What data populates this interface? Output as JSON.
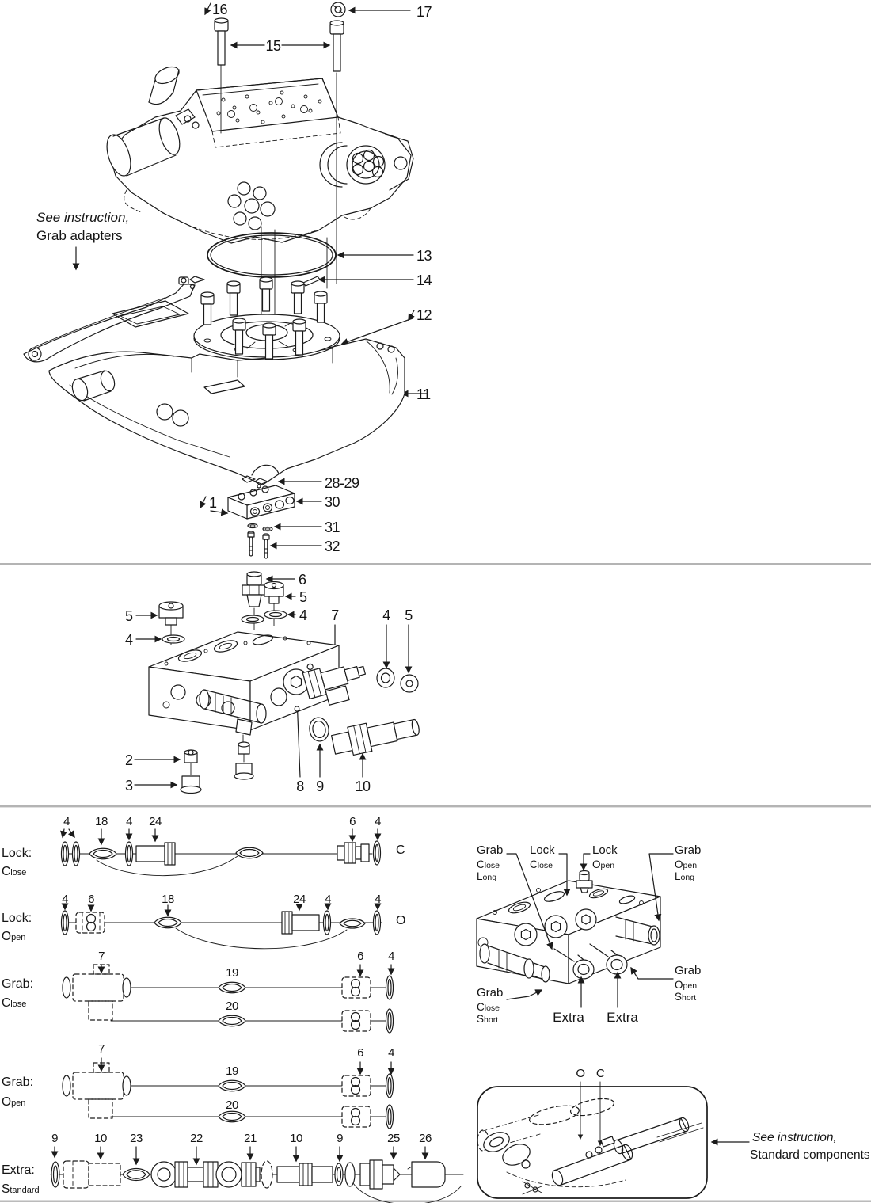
{
  "top": {
    "note": {
      "line1": "See instruction,",
      "line2": "Grab adapters"
    },
    "callouts": {
      "c16": "16",
      "c17": "17",
      "c15": "15",
      "c13": "13",
      "c14": "14",
      "c12": "12",
      "c11": "11",
      "c28_29": "28-29",
      "c30": "30",
      "c1": "1",
      "c31": "31",
      "c32": "32"
    }
  },
  "middle": {
    "callouts": {
      "c6": "6",
      "c5_top": "5",
      "c4_top": "4",
      "c5_left": "5",
      "c4_left": "4",
      "c7": "7",
      "c4_right": "4",
      "c5_right": "5",
      "c2": "2",
      "c3": "3",
      "c8": "8",
      "c9": "9",
      "c10": "10"
    }
  },
  "rows": [
    {
      "name": "Lock:",
      "mode": "Close",
      "letter": "C",
      "parts": [
        "4",
        "18",
        "4",
        "24",
        "6",
        "4"
      ]
    },
    {
      "name": "Lock:",
      "mode": "Open",
      "letter": "O",
      "parts": [
        "4",
        "6",
        "18",
        "24",
        "4",
        "4"
      ]
    },
    {
      "name": "Grab:",
      "mode": "Close",
      "parts": [
        "7",
        "19",
        "20",
        "6",
        "4"
      ]
    },
    {
      "name": "Grab:",
      "mode": "Open",
      "parts": [
        "7",
        "19",
        "20",
        "6",
        "4"
      ]
    },
    {
      "name": "Extra:",
      "mode": "Standard",
      "parts": [
        "9",
        "10",
        "23",
        "22",
        "21",
        "10",
        "9",
        "25",
        "26"
      ]
    }
  ],
  "valve_block": {
    "ports": [
      {
        "lines": [
          "Grab",
          "Close",
          "Long"
        ]
      },
      {
        "lines": [
          "Lock",
          "Close"
        ]
      },
      {
        "lines": [
          "Lock",
          "Open"
        ]
      },
      {
        "lines": [
          "Grab",
          "Open",
          "Long"
        ]
      },
      {
        "lines": [
          "Grab",
          "Open",
          "Short"
        ]
      },
      {
        "lines": [
          "Grab",
          "Close",
          "Short"
        ]
      }
    ],
    "extra1": "Extra",
    "extra2": "Extra"
  },
  "hose_box": {
    "o": "O",
    "c": "C",
    "note": {
      "line1": "See instruction,",
      "line2": "Standard components"
    }
  }
}
